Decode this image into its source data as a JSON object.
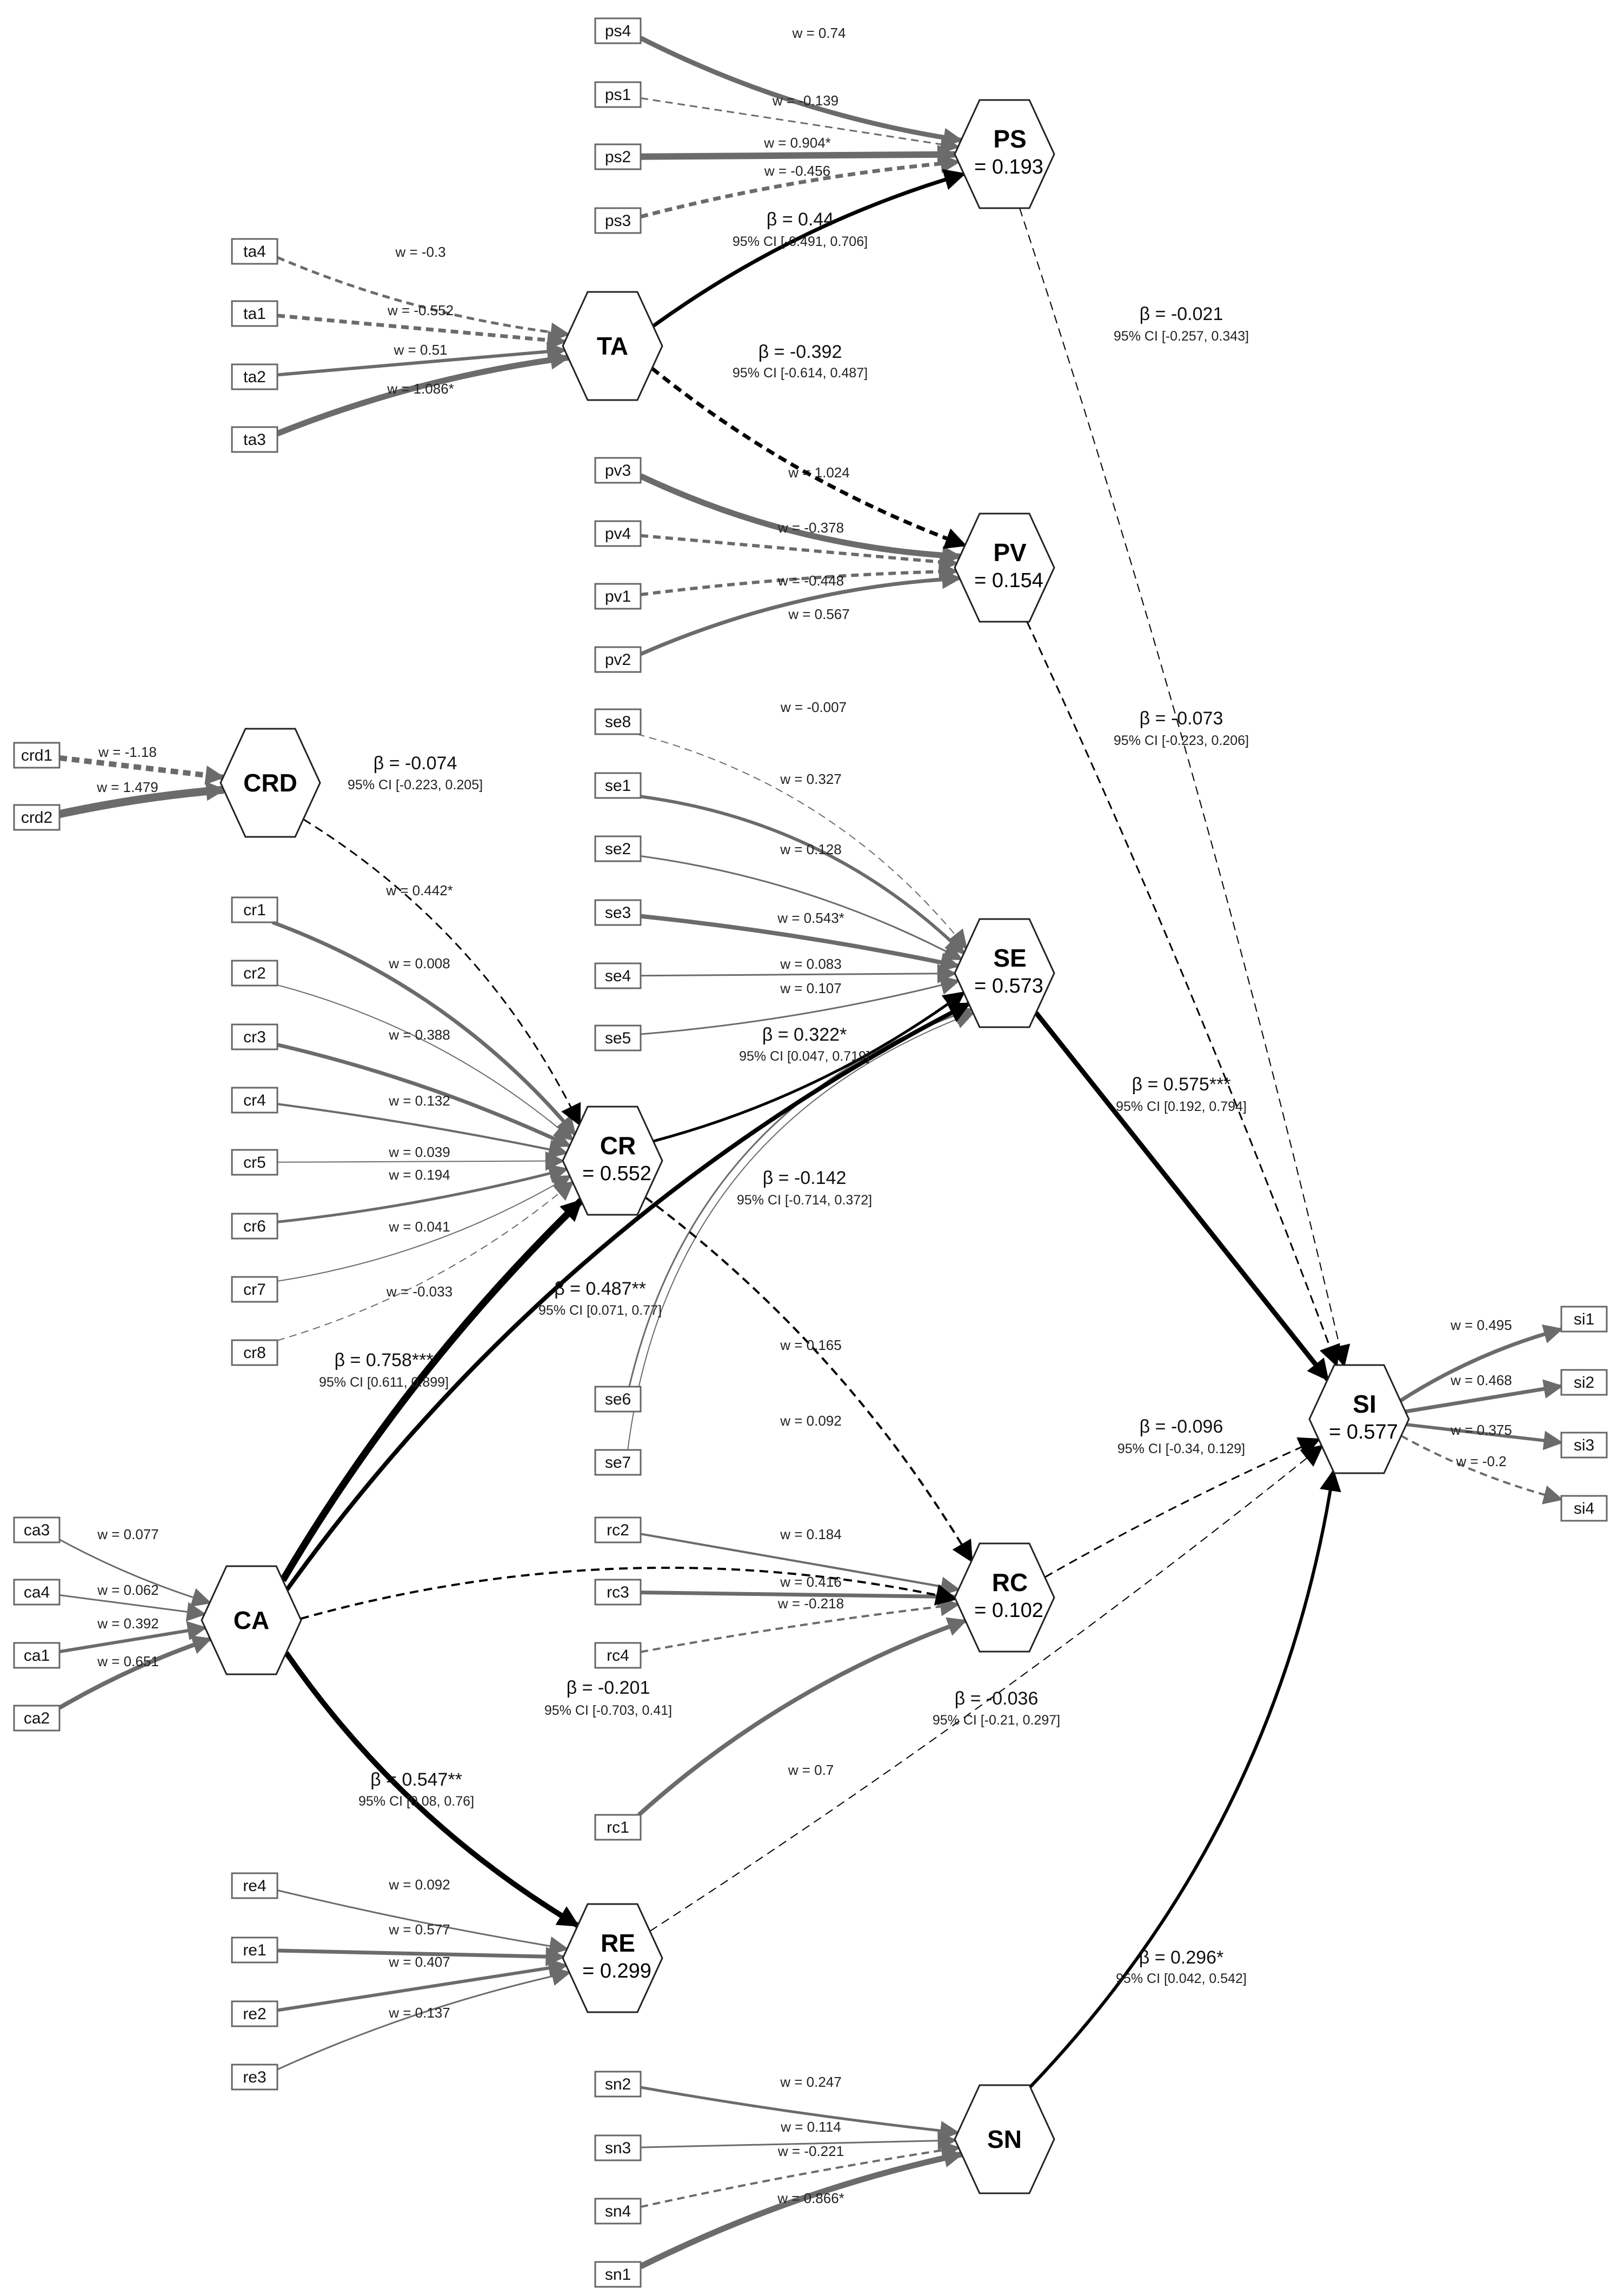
{
  "colors": {
    "structural": "#000000",
    "measurement": "#6b6b6b"
  },
  "constructs": [
    {
      "id": "PS",
      "name": "PS",
      "r2": "= 0.193"
    },
    {
      "id": "TA",
      "name": "TA",
      "r2": ""
    },
    {
      "id": "PV",
      "name": "PV",
      "r2": "= 0.154"
    },
    {
      "id": "CRD",
      "name": "CRD",
      "r2": ""
    },
    {
      "id": "SE",
      "name": "SE",
      "r2": "= 0.573"
    },
    {
      "id": "CR",
      "name": "CR",
      "r2": "= 0.552"
    },
    {
      "id": "SI",
      "name": "SI",
      "r2": "= 0.577"
    },
    {
      "id": "CA",
      "name": "CA",
      "r2": ""
    },
    {
      "id": "RC",
      "name": "RC",
      "r2": "= 0.102"
    },
    {
      "id": "RE",
      "name": "RE",
      "r2": "= 0.299"
    },
    {
      "id": "SN",
      "name": "SN",
      "r2": ""
    }
  ],
  "indicators": [
    {
      "id": "ps4",
      "construct": "PS",
      "weight": "w = 0.74",
      "positive": true
    },
    {
      "id": "ps1",
      "construct": "PS",
      "weight": "w = -0.139",
      "positive": false
    },
    {
      "id": "ps2",
      "construct": "PS",
      "weight": "w = 0.904*",
      "positive": true
    },
    {
      "id": "ps3",
      "construct": "PS",
      "weight": "w = -0.456",
      "positive": false
    },
    {
      "id": "ta4",
      "construct": "TA",
      "weight": "w = -0.3",
      "positive": false
    },
    {
      "id": "ta1",
      "construct": "TA",
      "weight": "w = -0.552",
      "positive": false
    },
    {
      "id": "ta2",
      "construct": "TA",
      "weight": "w = 0.51",
      "positive": true
    },
    {
      "id": "ta3",
      "construct": "TA",
      "weight": "w = 1.086*",
      "positive": true
    },
    {
      "id": "pv3",
      "construct": "PV",
      "weight": "w = 1.024",
      "positive": true
    },
    {
      "id": "pv4",
      "construct": "PV",
      "weight": "w = -0.378",
      "positive": false
    },
    {
      "id": "pv1",
      "construct": "PV",
      "weight": "w = -0.448",
      "positive": false
    },
    {
      "id": "pv2",
      "construct": "PV",
      "weight": "w = 0.567",
      "positive": true
    },
    {
      "id": "crd1",
      "construct": "CRD",
      "weight": "w = -1.18",
      "positive": false
    },
    {
      "id": "crd2",
      "construct": "CRD",
      "weight": "w = 1.479",
      "positive": true
    },
    {
      "id": "se8",
      "construct": "SE",
      "weight": "w = -0.007",
      "positive": false
    },
    {
      "id": "se1",
      "construct": "SE",
      "weight": "w = 0.327",
      "positive": true
    },
    {
      "id": "se2",
      "construct": "SE",
      "weight": "w = 0.128",
      "positive": true
    },
    {
      "id": "se3",
      "construct": "SE",
      "weight": "w = 0.543*",
      "positive": true
    },
    {
      "id": "se4",
      "construct": "SE",
      "weight": "w = 0.083",
      "positive": true
    },
    {
      "id": "se5",
      "construct": "SE",
      "weight": "w = 0.107",
      "positive": true
    },
    {
      "id": "se6",
      "construct": "SE",
      "weight": "w = 0.165",
      "positive": true
    },
    {
      "id": "se7",
      "construct": "SE",
      "weight": "w = 0.092",
      "positive": true
    },
    {
      "id": "cr1",
      "construct": "CR",
      "weight": "w = 0.442*",
      "positive": true
    },
    {
      "id": "cr2",
      "construct": "CR",
      "weight": "w = 0.008",
      "positive": true
    },
    {
      "id": "cr3",
      "construct": "CR",
      "weight": "w = 0.388",
      "positive": true
    },
    {
      "id": "cr4",
      "construct": "CR",
      "weight": "w = 0.132",
      "positive": true
    },
    {
      "id": "cr5",
      "construct": "CR",
      "weight": "w = 0.039",
      "positive": true
    },
    {
      "id": "cr6",
      "construct": "CR",
      "weight": "w = 0.194",
      "positive": true
    },
    {
      "id": "cr7",
      "construct": "CR",
      "weight": "w = 0.041",
      "positive": true
    },
    {
      "id": "cr8",
      "construct": "CR",
      "weight": "w = -0.033",
      "positive": false
    },
    {
      "id": "si1",
      "construct": "SI",
      "weight": "w = 0.495",
      "positive": true
    },
    {
      "id": "si2",
      "construct": "SI",
      "weight": "w = 0.468",
      "positive": true
    },
    {
      "id": "si3",
      "construct": "SI",
      "weight": "w = 0.375",
      "positive": true
    },
    {
      "id": "si4",
      "construct": "SI",
      "weight": "w = -0.2",
      "positive": false
    },
    {
      "id": "ca3",
      "construct": "CA",
      "weight": "w = 0.077",
      "positive": true
    },
    {
      "id": "ca4",
      "construct": "CA",
      "weight": "w = 0.062",
      "positive": true
    },
    {
      "id": "ca1",
      "construct": "CA",
      "weight": "w = 0.392",
      "positive": true
    },
    {
      "id": "ca2",
      "construct": "CA",
      "weight": "w = 0.651",
      "positive": true
    },
    {
      "id": "rc2",
      "construct": "RC",
      "weight": "w = 0.184",
      "positive": true
    },
    {
      "id": "rc3",
      "construct": "RC",
      "weight": "w = 0.416",
      "positive": true
    },
    {
      "id": "rc4",
      "construct": "RC",
      "weight": "w = -0.218",
      "positive": false
    },
    {
      "id": "rc1",
      "construct": "RC",
      "weight": "w = 0.7",
      "positive": true
    },
    {
      "id": "re4",
      "construct": "RE",
      "weight": "w = 0.092",
      "positive": true
    },
    {
      "id": "re1",
      "construct": "RE",
      "weight": "w = 0.577",
      "positive": true
    },
    {
      "id": "re2",
      "construct": "RE",
      "weight": "w = 0.407",
      "positive": true
    },
    {
      "id": "re3",
      "construct": "RE",
      "weight": "w = 0.137",
      "positive": true
    },
    {
      "id": "sn2",
      "construct": "SN",
      "weight": "w = 0.247",
      "positive": true
    },
    {
      "id": "sn3",
      "construct": "SN",
      "weight": "w = 0.114",
      "positive": true
    },
    {
      "id": "sn4",
      "construct": "SN",
      "weight": "w = -0.221",
      "positive": false
    },
    {
      "id": "sn1",
      "construct": "SN",
      "weight": "w = 0.866*",
      "positive": true
    }
  ],
  "paths": [
    {
      "id": "TA-PS",
      "from": "TA",
      "to": "PS",
      "beta": "β = 0.44",
      "ci": "95% CI [-0.491, 0.706]",
      "positive": true
    },
    {
      "id": "TA-PV",
      "from": "TA",
      "to": "PV",
      "beta": "β = -0.392",
      "ci": "95% CI [-0.614, 0.487]",
      "positive": false
    },
    {
      "id": "PS-SI",
      "from": "PS",
      "to": "SI",
      "beta": "β = -0.021",
      "ci": "95% CI [-0.257, 0.343]",
      "positive": false
    },
    {
      "id": "PV-SI",
      "from": "PV",
      "to": "SI",
      "beta": "β = -0.073",
      "ci": "95% CI [-0.223, 0.206]",
      "positive": false
    },
    {
      "id": "CRD-CR",
      "from": "CRD",
      "to": "CR",
      "beta": "β = -0.074",
      "ci": "95% CI [-0.223, 0.205]",
      "positive": false
    },
    {
      "id": "CR-SE",
      "from": "CR",
      "to": "SE",
      "beta": "β = 0.322*",
      "ci": "95% CI [0.047, 0.719]",
      "positive": true
    },
    {
      "id": "SE-SI",
      "from": "SE",
      "to": "SI",
      "beta": "β = 0.575***",
      "ci": "95% CI [0.192, 0.794]",
      "positive": true
    },
    {
      "id": "CR-RC",
      "from": "CR",
      "to": "RC",
      "beta": "β = -0.142",
      "ci": "95% CI [-0.714, 0.372]",
      "positive": false
    },
    {
      "id": "CA-SE",
      "from": "CA",
      "to": "SE",
      "beta": "β = 0.487**",
      "ci": "95% CI [0.071, 0.77]",
      "positive": true
    },
    {
      "id": "CA-CR",
      "from": "CA",
      "to": "CR",
      "beta": "β = 0.758***",
      "ci": "95% CI [0.611, 0.899]",
      "positive": true
    },
    {
      "id": "RC-SI",
      "from": "RC",
      "to": "SI",
      "beta": "β = -0.096",
      "ci": "95% CI [-0.34, 0.129]",
      "positive": false
    },
    {
      "id": "CA-RC",
      "from": "CA",
      "to": "RC",
      "beta": "β = -0.201",
      "ci": "95% CI [-0.703, 0.41]",
      "positive": false
    },
    {
      "id": "RE-SI",
      "from": "RE",
      "to": "SI",
      "beta": "β = -0.036",
      "ci": "95% CI [-0.21, 0.297]",
      "positive": false
    },
    {
      "id": "CA-RE",
      "from": "CA",
      "to": "RE",
      "beta": "β = 0.547**",
      "ci": "95% CI [0.08, 0.76]",
      "positive": true
    },
    {
      "id": "SN-SI",
      "from": "SN",
      "to": "SI",
      "beta": "β = 0.296*",
      "ci": "95% CI [0.042, 0.542]",
      "positive": true
    }
  ]
}
